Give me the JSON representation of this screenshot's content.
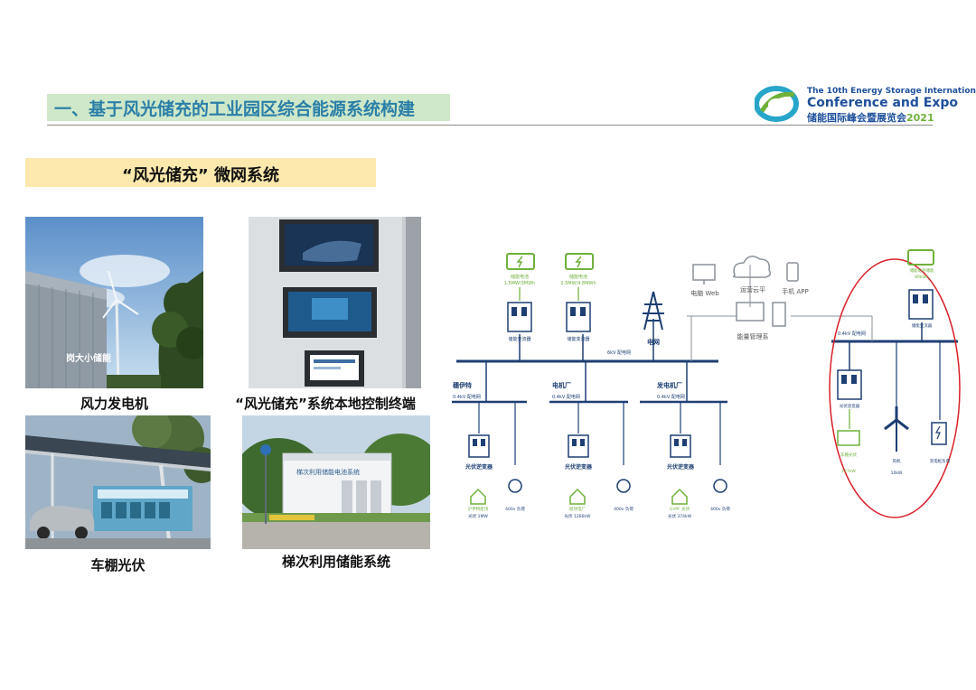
{
  "header": {
    "title": "一、基于风光储充的工业园区综合能源系统构建",
    "logo_line1": "The 10th Energy Storage International",
    "logo_line2": "Conference and Expo",
    "logo_line3": "储能国际峰会暨展览会",
    "logo_year": "2021"
  },
  "subtitle": "“风光储充” 微网系统",
  "photos": [
    {
      "caption": "风力发电机",
      "sign": "岗大小储能"
    },
    {
      "caption": "“风光储充”系统本地控制终端"
    },
    {
      "caption": "车棚光伏"
    },
    {
      "caption": "梯次利用储能系统",
      "sign": "梯次利用储能电池系统"
    }
  ],
  "diagram": {
    "grid_label": "电网",
    "bus_main_label": "6kV 配电网",
    "cloud": {
      "web": "电脑 Web",
      "cloud": "运营云平",
      "app": "手机 APP",
      "ems": "能量管理系"
    },
    "storage": [
      {
        "label": "储能电池",
        "spec": "1.5MW/3MWh",
        "pcs": "储能变流器"
      },
      {
        "label": "储能电池",
        "spec": "2.5MW/4.8MWh",
        "pcs": "储能变流器"
      }
    ],
    "plants": [
      {
        "name": "穗伊特",
        "bus": "0.4kV 配电网",
        "inverter": "光伏逆变器",
        "pv": "沪伊特屋顶",
        "pv_power": "光伏 1MW",
        "load": "400v 负荷"
      },
      {
        "name": "电机厂",
        "bus": "0.4kV 配电网",
        "inverter": "光伏逆变器",
        "pv": "屋顶电厂",
        "pv_power": "光伏 1266kW",
        "load": "400v 负荷"
      },
      {
        "name": "发电机厂",
        "bus": "0.4kV 配电网",
        "inverter": "光伏逆变器",
        "pv": "GVPF 光伏",
        "pv_power": "光伏 374kW",
        "load": "400v 负荷"
      }
    ],
    "micro": {
      "battery_label": "储能电池储能",
      "battery_spec": "80kWh",
      "pcs": "储能变流器",
      "bus": "0.4kV 配电网",
      "pv_inverter": "光伏逆变器",
      "pv_label": "车棚光伏",
      "pv_power": "127kW",
      "wind_label": "风机",
      "wind_power": "10kW",
      "charger_label": "充电桩负荷"
    }
  },
  "colors": {
    "accent_blue": "#2a7fa8",
    "line_navy": "#1d3f73",
    "green": "#6fb13a",
    "red_circle": "#d9202a"
  }
}
